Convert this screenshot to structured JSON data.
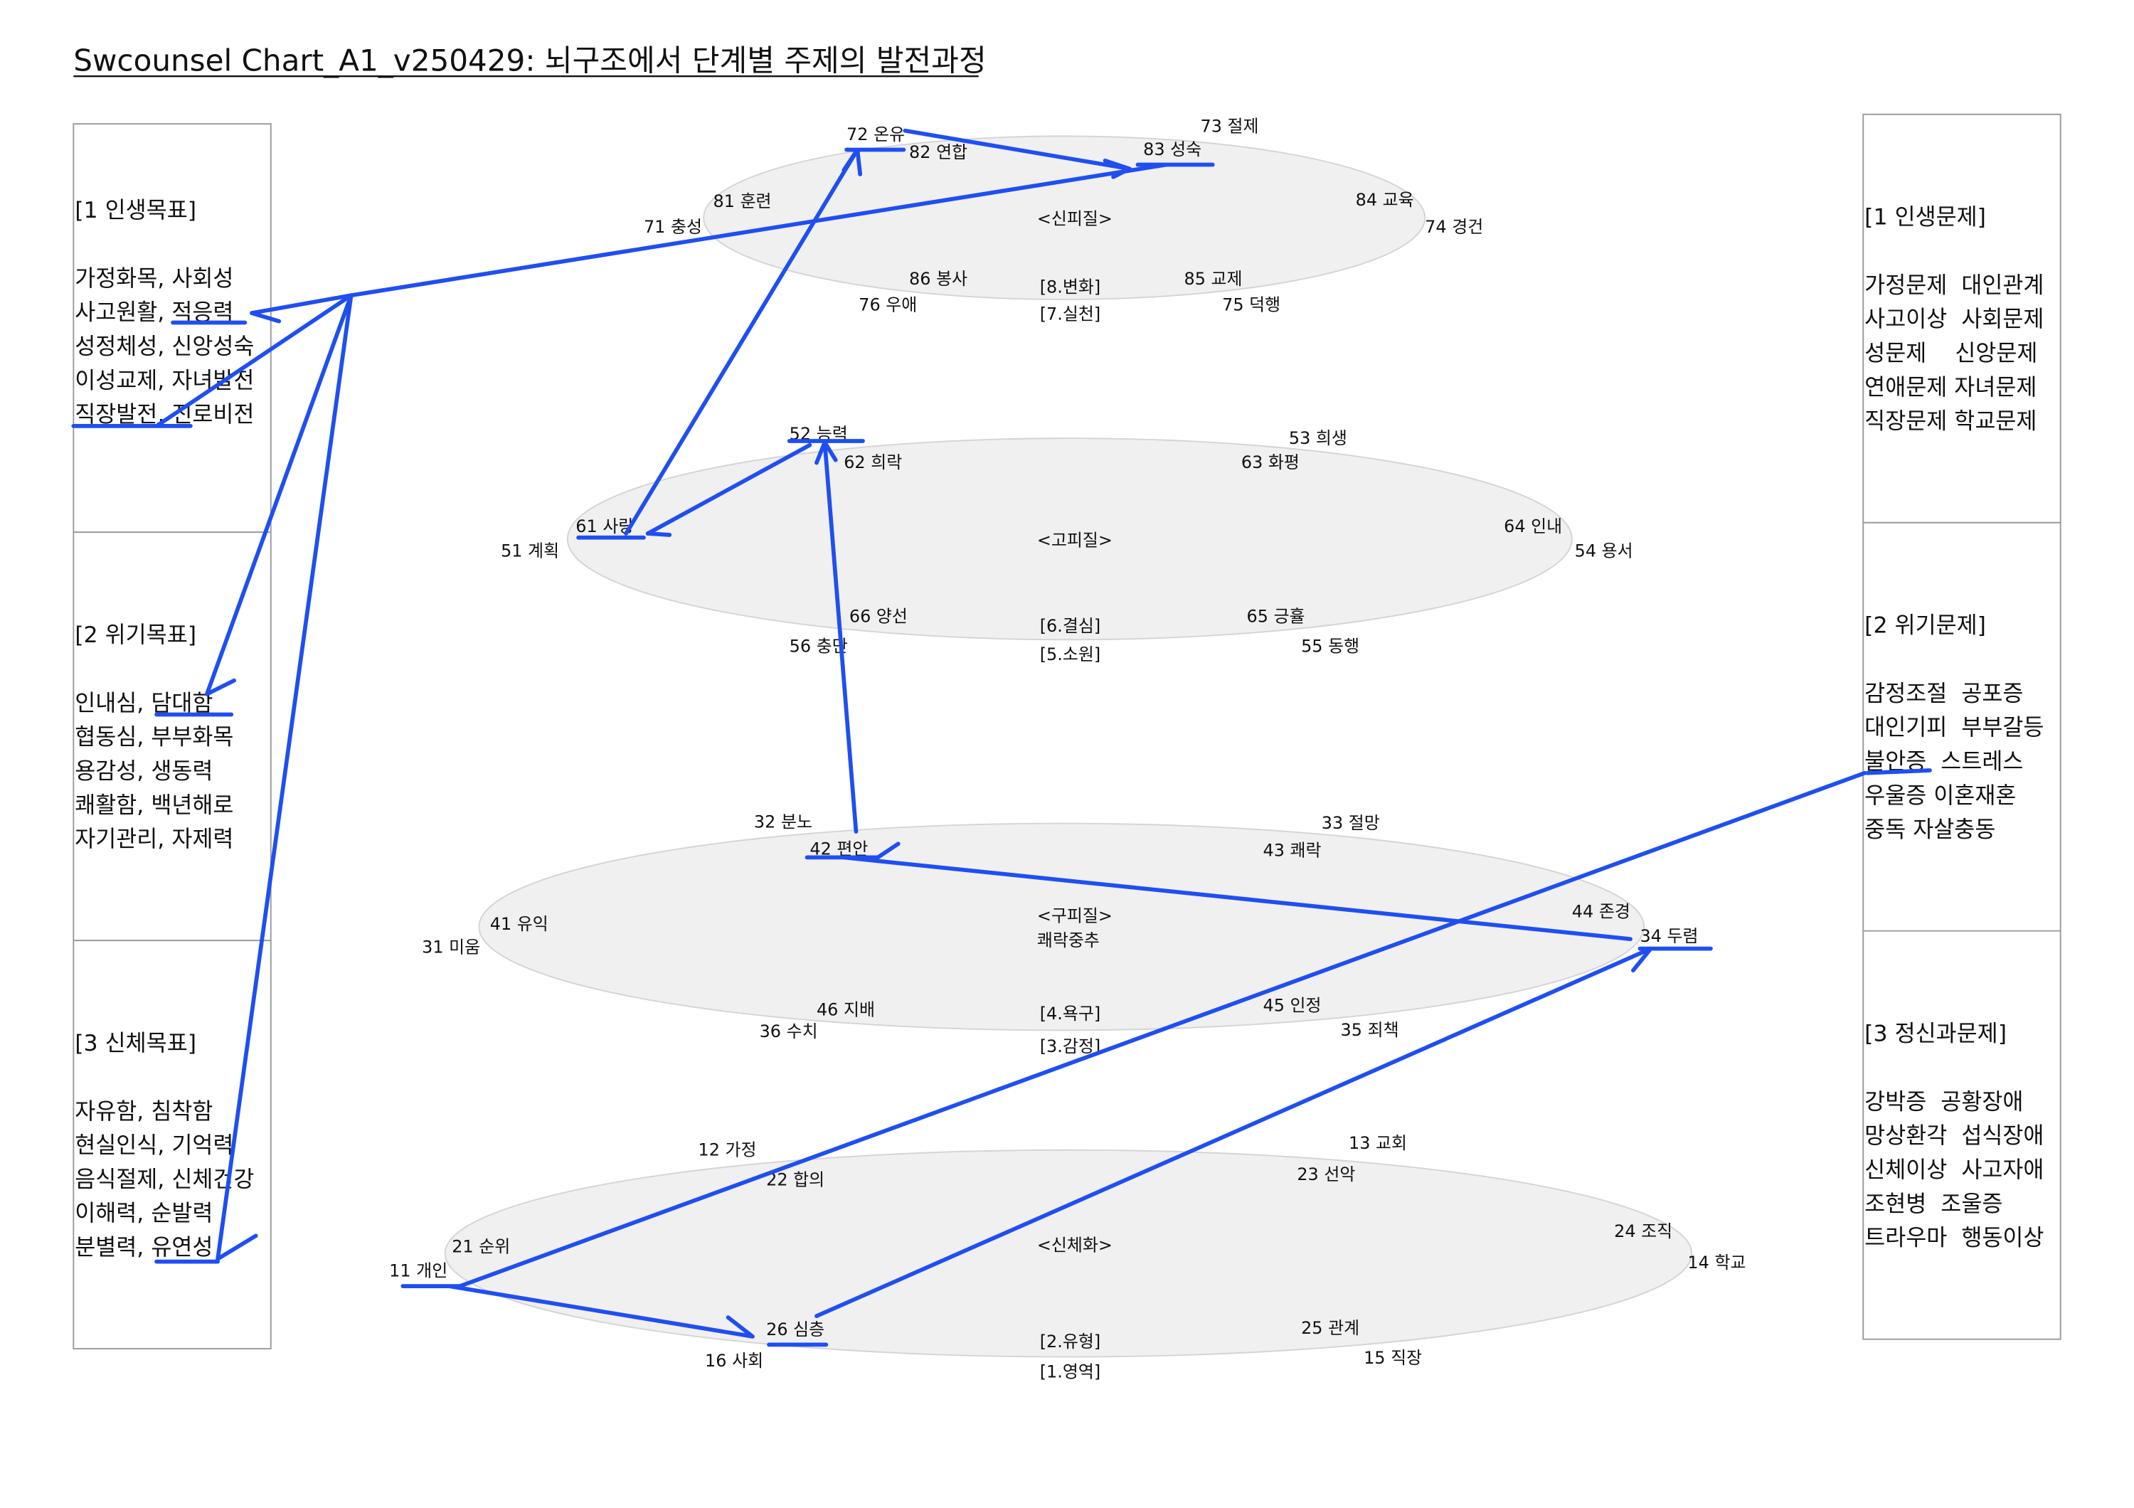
{
  "title": "Swcounsel Chart_A1_v250429: 뇌구조에서 단계별 주제의 발전과정",
  "left_panel": {
    "sections": [
      {
        "heading": "[1 인생목표]",
        "lines": [
          "가정화목, 사회성",
          "사고원활, 적응력",
          "성정체성, 신앙성숙",
          "이성교제, 자녀발전",
          "직장발전, 진로비전"
        ]
      },
      {
        "heading": "[2 위기목표]",
        "lines": [
          "인내심, 담대함",
          "협동심, 부부화목",
          "용감성, 생동력",
          "쾌활함, 백년해로",
          "자기관리, 자제력"
        ]
      },
      {
        "heading": "[3 신체목표]",
        "lines": [
          "자유함, 침착함",
          "현실인식, 기억력",
          "음식절제, 신체건강",
          "이해력, 순발력",
          "분별력, 유연성"
        ]
      }
    ]
  },
  "right_panel": {
    "sections": [
      {
        "heading": "[1 인생문제]",
        "lines": [
          "가정문제  대인관계",
          "사고이상  사회문제",
          "성문제    신앙문제",
          "연애문제 자녀문제",
          "직장문제 학교문제"
        ]
      },
      {
        "heading": "[2 위기문제]",
        "lines": [
          "감정조절  공포증",
          "대인기피  부부갈등",
          "불안증  스트레스",
          "우울증 이혼재혼",
          "중독 자살충동"
        ]
      },
      {
        "heading": "[3 정신과문제]",
        "lines": [
          "강박증  공황장애",
          "망상환각  섭식장애",
          "신체이상  사고자애",
          "조현병  조울증",
          "트라우마  행동이상"
        ]
      }
    ]
  },
  "layers": [
    {
      "name": "<신피질>",
      "stage_upper": "[8.변화]",
      "stage_lower": "[7.실천]",
      "nodes": [
        "72 온유",
        "82 연합",
        "73 절제",
        "83 성숙",
        "81 훈련",
        "71 충성",
        "84 교육",
        "74 경건",
        "86 봉사",
        "76 우애",
        "85 교제",
        "75 덕행"
      ]
    },
    {
      "name": "<고피질>",
      "stage_upper": "[6.결심]",
      "stage_lower": "[5.소원]",
      "nodes": [
        "52 능력",
        "53 희생",
        "62 희락",
        "63 화평",
        "61 사랑",
        "51 계획",
        "64 인내",
        "54 용서",
        "66 양선",
        "65 긍휼",
        "56 충만",
        "55 동행"
      ]
    },
    {
      "name": "<구피질>",
      "subtitle": "쾌락중추",
      "stage_upper": "[4.욕구]",
      "stage_lower": "[3.감정]",
      "nodes": [
        "32 분노",
        "33 절망",
        "42 편안",
        "43 쾌락",
        "41 유익",
        "31 미움",
        "44 존경",
        "34 두렴",
        "46 지배",
        "45 인정",
        "36 수치",
        "35 죄책"
      ]
    },
    {
      "name": "<신체화>",
      "stage_upper": "[2.유형]",
      "stage_lower": "[1.영역]",
      "nodes": [
        "12 가정",
        "13 교회",
        "22 합의",
        "23 선악",
        "21 순위",
        "11 개인",
        "24 조직",
        "14 학교",
        "26 심층",
        "25 관계",
        "16 사회",
        "15 직장"
      ]
    }
  ],
  "colors": {
    "annotation": "#1f4ff0",
    "ellipse_fill": "#f0f0f0",
    "box_border": "#9a9a9a"
  }
}
